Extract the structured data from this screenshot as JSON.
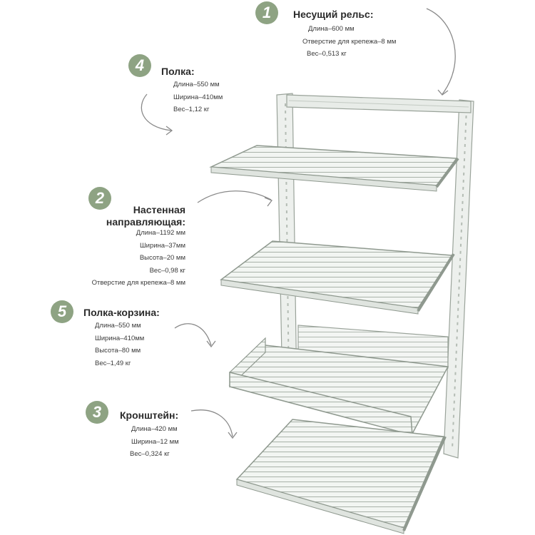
{
  "colors": {
    "badge": "#8ea383",
    "arrow": "#8a8a8a",
    "metal": "#eaeeea",
    "metal_edge": "#9aa39a"
  },
  "callouts": [
    {
      "number": "1",
      "title": "Несущий рельс:",
      "specs": [
        "Длина–600 мм",
        "Отверстие для крепежа–8 мм",
        "Вес–0,513 кг"
      ]
    },
    {
      "number": "4",
      "title": "Полка:",
      "specs": [
        "Длина–550 мм",
        "Ширина–410мм",
        "Вес–1,12 кг"
      ]
    },
    {
      "number": "2",
      "title_lines": [
        "Настенная",
        "направляющая:"
      ],
      "specs": [
        "Длина–1192 мм",
        "Ширина–37мм",
        "Высота–20 мм",
        "Вес–0,98 кг",
        "Отверстие для крепежа–8 мм"
      ]
    },
    {
      "number": "5",
      "title": "Полка-корзина:",
      "specs": [
        "Длина–550 мм",
        "Ширина–410мм",
        "Высота–80 мм",
        "Вес–1,49 кг"
      ]
    },
    {
      "number": "3",
      "title": "Кронштейн:",
      "specs": [
        "Длина–420 мм",
        "Ширина–12 мм",
        "Вес–0,324 кг"
      ]
    }
  ]
}
